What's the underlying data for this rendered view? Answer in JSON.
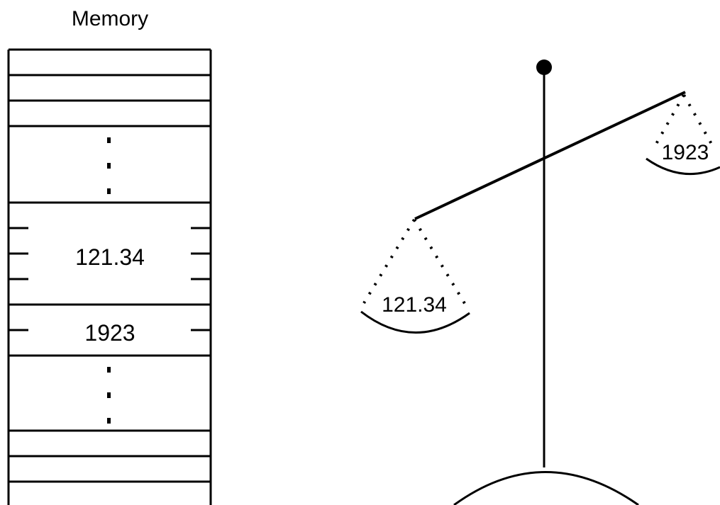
{
  "memory": {
    "title": "Memory",
    "value_float": "121.34",
    "value_int": "1923"
  },
  "scale": {
    "left_pan_label": "121.34",
    "right_pan_label": "1923"
  }
}
